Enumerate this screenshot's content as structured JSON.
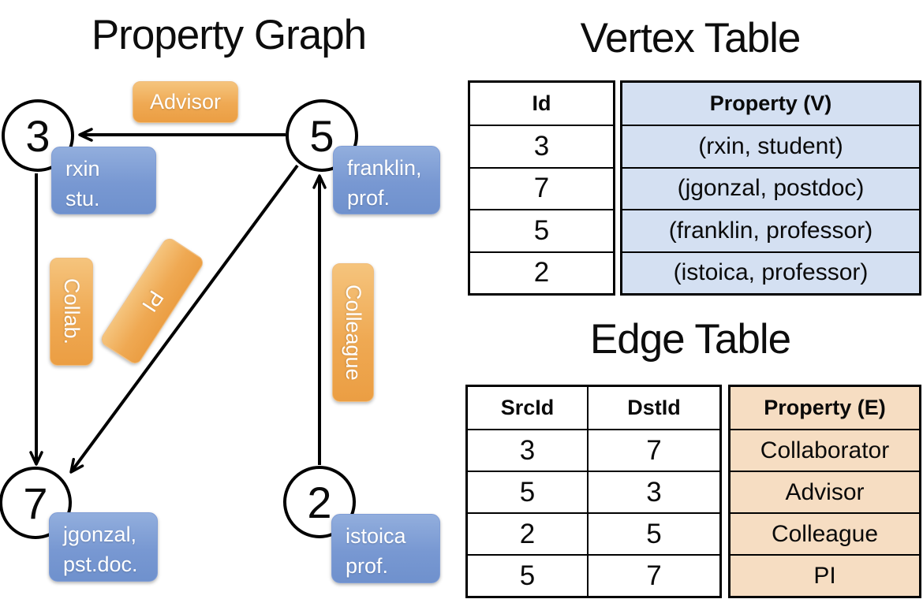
{
  "graph": {
    "title": "Property Graph",
    "nodes": [
      {
        "id": "3"
      },
      {
        "id": "5"
      },
      {
        "id": "7"
      },
      {
        "id": "2"
      }
    ],
    "vertex_labels": {
      "rxin": {
        "line1": "rxin",
        "line2": "stu."
      },
      "franklin": {
        "line1": "franklin,",
        "line2": "prof."
      },
      "jgonzal": {
        "line1": "jgonzal,",
        "line2": "pst.doc."
      },
      "istoica": {
        "line1": "istoica",
        "line2": "prof."
      }
    },
    "edge_labels": {
      "advisor": "Advisor",
      "collab": "Collab.",
      "pi": "PI",
      "colleague": "Colleague"
    }
  },
  "vertex_table": {
    "title": "Vertex Table",
    "headers": {
      "id": "Id",
      "property": "Property (V)"
    },
    "rows": [
      {
        "id": "3",
        "property": "(rxin, student)"
      },
      {
        "id": "7",
        "property": "(jgonzal, postdoc)"
      },
      {
        "id": "5",
        "property": "(franklin, professor)"
      },
      {
        "id": "2",
        "property": "(istoica, professor)"
      }
    ]
  },
  "edge_table": {
    "title": "Edge Table",
    "headers": {
      "src": "SrcId",
      "dst": "DstId",
      "property": "Property (E)"
    },
    "rows": [
      {
        "src": "3",
        "dst": "7",
        "property": "Collaborator"
      },
      {
        "src": "5",
        "dst": "3",
        "property": "Advisor"
      },
      {
        "src": "2",
        "dst": "5",
        "property": "Colleague"
      },
      {
        "src": "5",
        "dst": "7",
        "property": "PI"
      }
    ]
  },
  "colors": {
    "edge_label_fill": "#eda24d",
    "vertex_label_fill": "#7e9dd4",
    "vertex_table_cell": "#d4e0f2",
    "edge_table_cell": "#f6ddc2",
    "line": "#000000"
  }
}
